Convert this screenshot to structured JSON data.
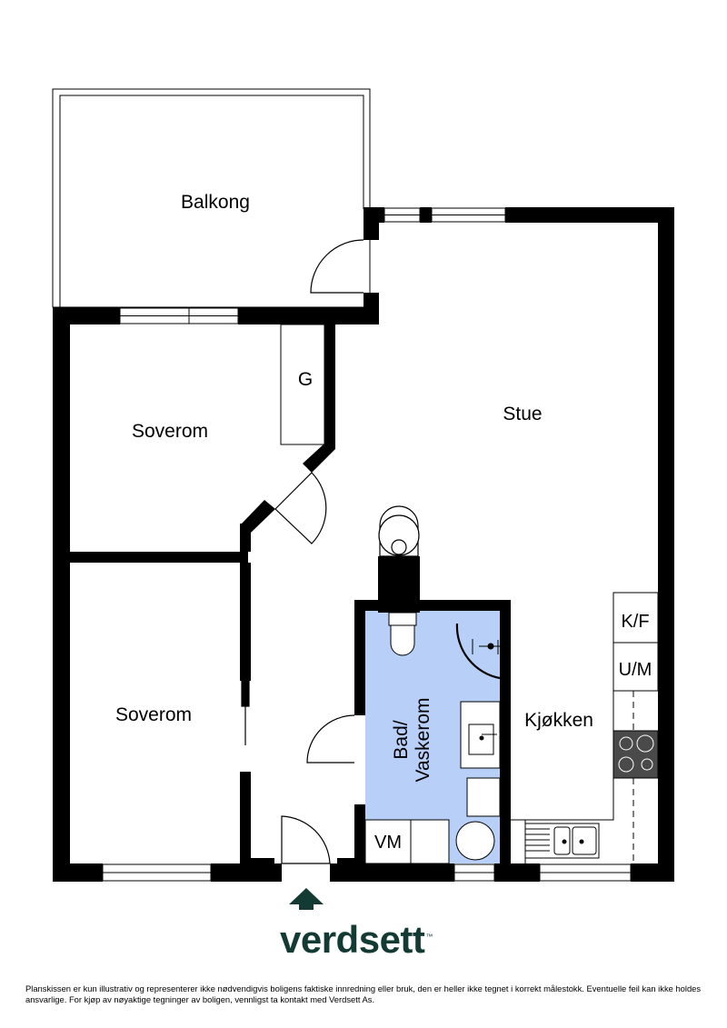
{
  "rooms": {
    "balkong": "Balkong",
    "stue": "Stue",
    "soverom_1": "Soverom",
    "soverom_2": "Soverom",
    "garderobe": "G",
    "bad_line1": "Bad/",
    "bad_line2": "Vaskerom",
    "kjokken": "Kjøkken",
    "kf": "K/F",
    "um": "U/M",
    "vm": "VM"
  },
  "colors": {
    "wall": "#000000",
    "bathroom_fill": "#b8cff8",
    "logo": "#143b33",
    "entrance_arrow": "#143b33"
  },
  "brand": {
    "name": "verdsett",
    "trademark": "™"
  },
  "disclaimer": "Planskissen er kun illustrativ og representerer ikke nødvendigvis boligens faktiske innredning eller bruk, den er heller ikke tegnet i korrekt målestokk. Eventuelle feil kan ikke holdes ansvarlige. For kjøp av nøyaktige tegninger av boligen, vennligst ta kontakt med Verdsett As."
}
